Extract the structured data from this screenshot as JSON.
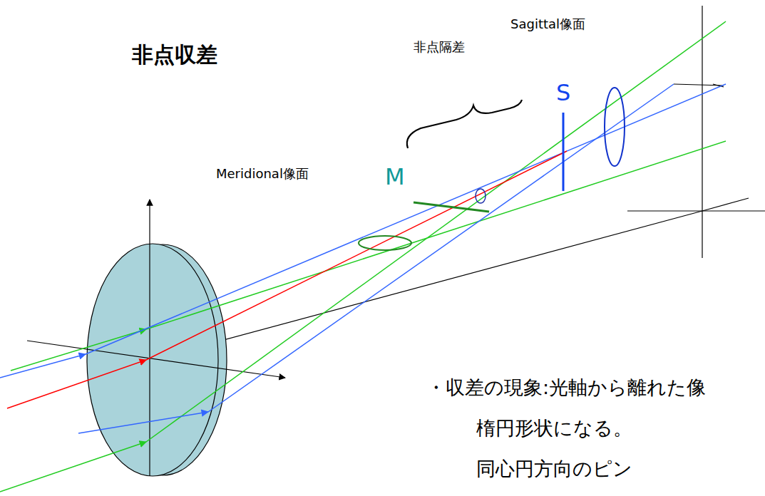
{
  "diagram": {
    "title": "非点収差",
    "labels": [
      "Sagittal像面",
      "非点隔差",
      "S",
      "Meridional像面",
      "M",
      "・収差の現象:光軸から離れた像",
      "楕円形状になる。",
      "同心円方向のピン"
    ]
  }
}
